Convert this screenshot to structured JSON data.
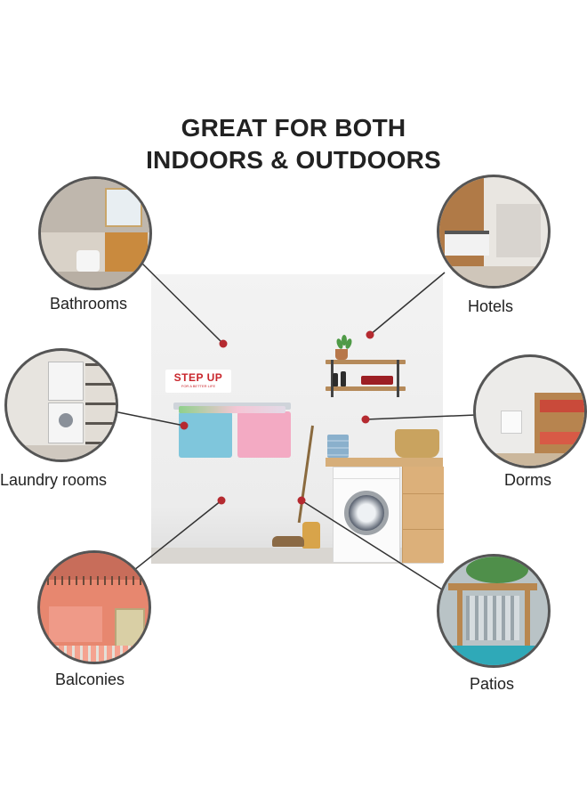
{
  "headline": {
    "line1": "GREAT FOR BOTH",
    "line2": "INDOORS & OUTDOORS"
  },
  "brand": {
    "name": "STEP UP",
    "tagline": "FOR A BETTER LIFE"
  },
  "colors": {
    "accent_dot": "#b52a30",
    "connector": "#333333",
    "brand_red": "#c9262c"
  },
  "locations": [
    {
      "id": "bathrooms",
      "label": "Bathrooms"
    },
    {
      "id": "hotels",
      "label": "Hotels"
    },
    {
      "id": "laundry",
      "label": "Laundry rooms"
    },
    {
      "id": "dorms",
      "label": "Dorms"
    },
    {
      "id": "balconies",
      "label": "Balconies"
    },
    {
      "id": "patios",
      "label": "Patios"
    }
  ]
}
